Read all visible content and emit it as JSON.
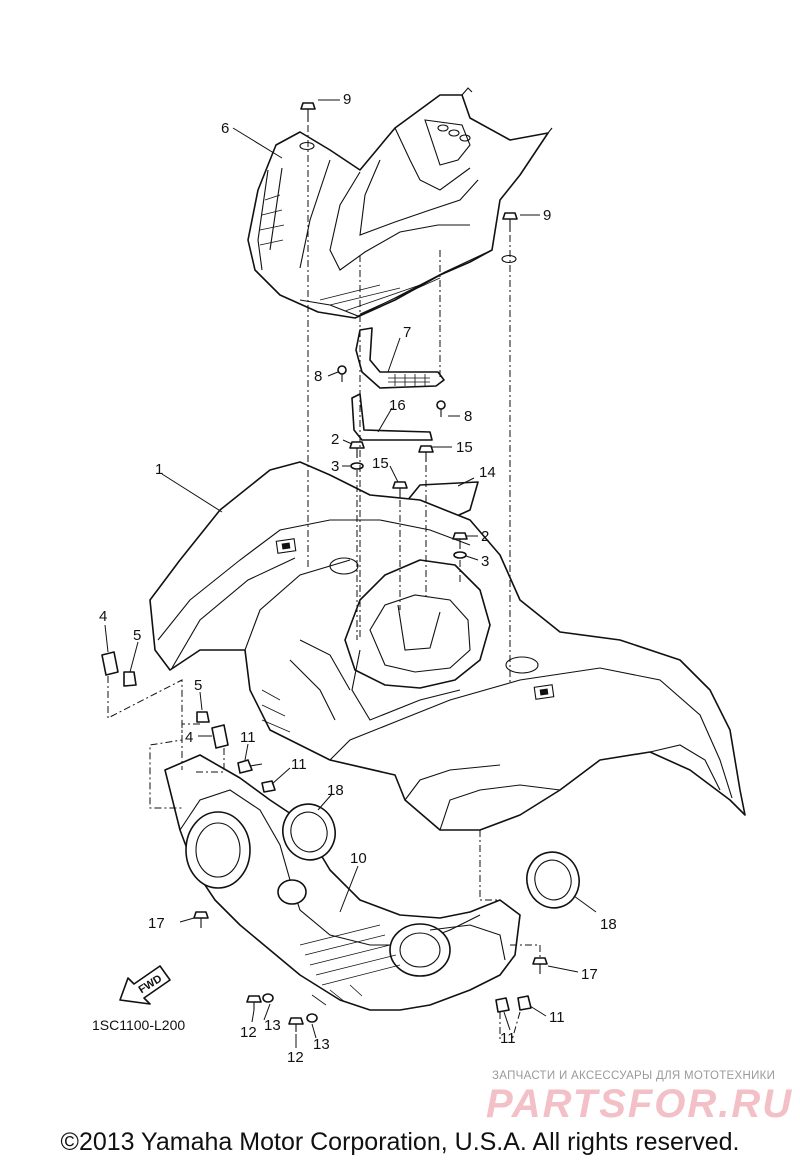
{
  "diagram": {
    "diagram_code": "1SC1100-L200",
    "fwd_label": "FWD",
    "callouts": [
      {
        "id": "c1",
        "label": "1"
      },
      {
        "id": "c2a",
        "label": "2"
      },
      {
        "id": "c2b",
        "label": "2"
      },
      {
        "id": "c3a",
        "label": "3"
      },
      {
        "id": "c3b",
        "label": "3"
      },
      {
        "id": "c4a",
        "label": "4"
      },
      {
        "id": "c4b",
        "label": "4"
      },
      {
        "id": "c5a",
        "label": "5"
      },
      {
        "id": "c5b",
        "label": "5"
      },
      {
        "id": "c6",
        "label": "6"
      },
      {
        "id": "c7",
        "label": "7"
      },
      {
        "id": "c8a",
        "label": "8"
      },
      {
        "id": "c8b",
        "label": "8"
      },
      {
        "id": "c9a",
        "label": "9"
      },
      {
        "id": "c9b",
        "label": "9"
      },
      {
        "id": "c10",
        "label": "10"
      },
      {
        "id": "c11a",
        "label": "11"
      },
      {
        "id": "c11b",
        "label": "11"
      },
      {
        "id": "c11c",
        "label": "11"
      },
      {
        "id": "c11d",
        "label": "11"
      },
      {
        "id": "c12a",
        "label": "12"
      },
      {
        "id": "c12b",
        "label": "12"
      },
      {
        "id": "c13a",
        "label": "13"
      },
      {
        "id": "c13b",
        "label": "13"
      },
      {
        "id": "c14",
        "label": "14"
      },
      {
        "id": "c15a",
        "label": "15"
      },
      {
        "id": "c15b",
        "label": "15"
      },
      {
        "id": "c16",
        "label": "16"
      },
      {
        "id": "c17a",
        "label": "17"
      },
      {
        "id": "c17b",
        "label": "17"
      },
      {
        "id": "c18a",
        "label": "18"
      },
      {
        "id": "c18b",
        "label": "18"
      }
    ]
  },
  "watermark": {
    "tagline": "ЗАПЧАСТИ И АКСЕССУАРЫ ДЛЯ МОТОТЕХНИКИ",
    "brand": "PARTSFOR.RU"
  },
  "footer": {
    "copyright": "©2013 Yamaha Motor Corporation, U.S.A. All rights reserved."
  }
}
